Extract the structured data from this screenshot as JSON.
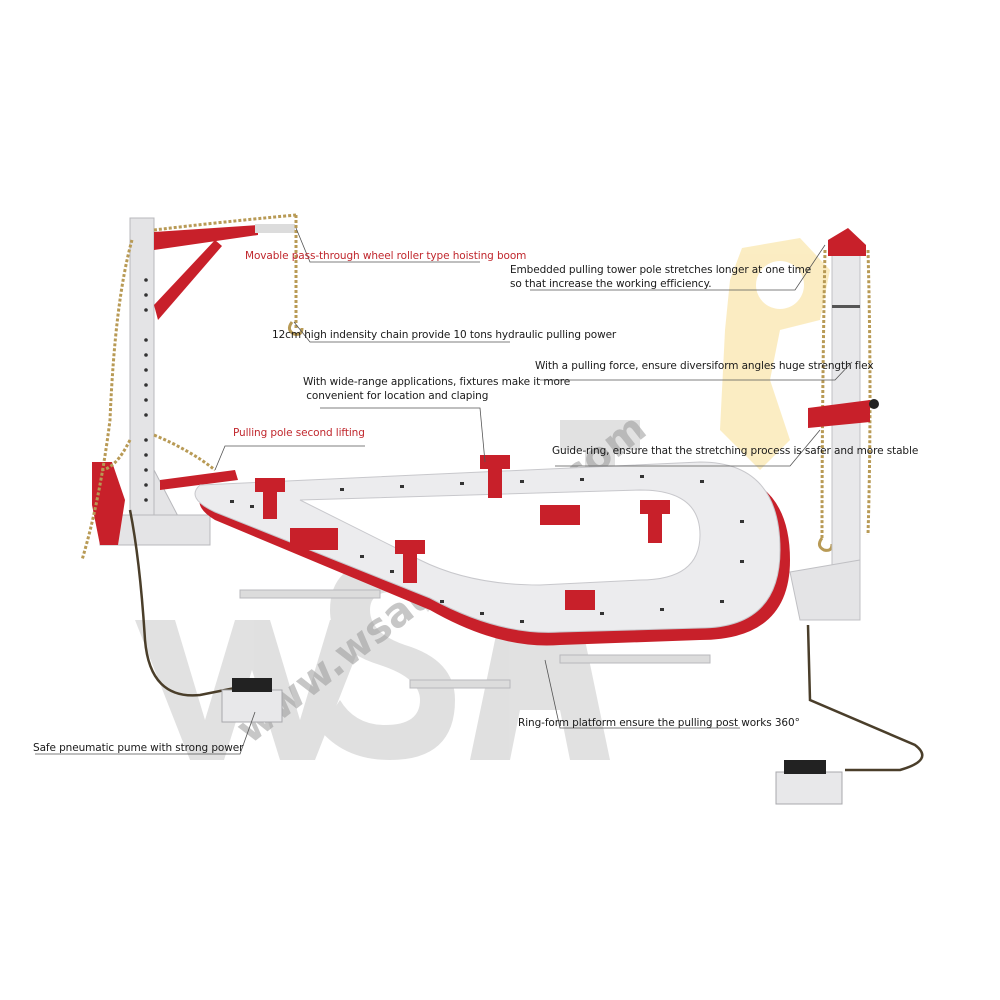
{
  "diagram": {
    "subject": "Car frame machine / chassis straightener bench",
    "colors": {
      "frame_red": "#c8202a",
      "steel_white": "#e8e8ea",
      "chain_gold": "#b89a55",
      "label_red": "#c0272d",
      "label_black": "#1a1a1a",
      "leader_line": "#555555",
      "watermark_gray": "#9a9a9a",
      "watermark_yellow": "#f7d77a"
    },
    "watermark": {
      "logo_letters": "WSAT",
      "url_text": "www.wsautotools.com",
      "copyright_symbol": "©"
    },
    "callouts": [
      {
        "id": "hoisting-boom",
        "text": "Movable pass-through wheel roller type hoisting boom",
        "color": "red"
      },
      {
        "id": "tower-pole",
        "text": "Embedded pulling tower pole stretches longer at one time\nso that increase the working efficiency.",
        "color": "black"
      },
      {
        "id": "chain",
        "text": "12cm high indensity chain provide 10 tons hydraulic pulling power",
        "color": "black"
      },
      {
        "id": "pulling-force",
        "text": "With a pulling force, ensure diversiform angles huge strength flex",
        "color": "black"
      },
      {
        "id": "fixtures",
        "text": "With wide-range applications, fixtures make it more\n convenient for location and claping",
        "color": "black"
      },
      {
        "id": "pole-lifting",
        "text": "Pulling pole second lifting",
        "color": "red"
      },
      {
        "id": "guide-ring",
        "text": "Guide-ring, ensure that the stretching process is safer and more stable",
        "color": "black"
      },
      {
        "id": "ring-platform",
        "text": "Ring-form platform ensure the pulling post works 360°",
        "color": "black"
      },
      {
        "id": "pneumatic-pump",
        "text": "Safe pneumatic pume with strong power",
        "color": "black"
      }
    ]
  }
}
